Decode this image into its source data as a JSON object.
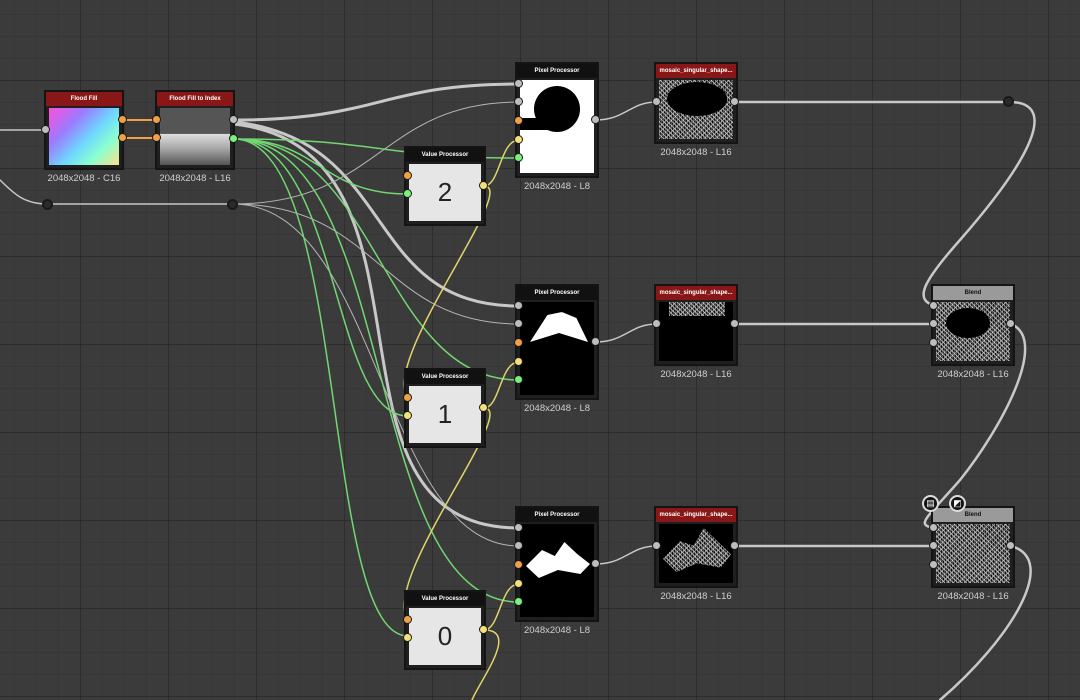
{
  "colors": {
    "background": "#3b3b3b",
    "header_red": "#8a1717",
    "header_black": "#111111",
    "header_gray": "#9a9a9a",
    "wire_gray": "#c8c8c8",
    "wire_green": "#72d672",
    "wire_yellow": "#e2d46a",
    "wire_orange": "#f0a048"
  },
  "nodes": {
    "flood_fill": {
      "title": "Flood Fill",
      "resolution": "2048x2048 - C16"
    },
    "flood_fill_to_index": {
      "title": "Flood Fill to Index",
      "resolution": "2048x2048 - L16"
    },
    "value_processor_2": {
      "title": "Value Processor",
      "value": "2"
    },
    "value_processor_1": {
      "title": "Value Processor",
      "value": "1"
    },
    "value_processor_0": {
      "title": "Value Processor",
      "value": "0"
    },
    "pixel_processor_1": {
      "title": "Pixel Processor",
      "resolution": "2048x2048 - L8"
    },
    "pixel_processor_2": {
      "title": "Pixel Processor",
      "resolution": "2048x2048 - L8"
    },
    "pixel_processor_3": {
      "title": "Pixel Processor",
      "resolution": "2048x2048 - L8"
    },
    "mosaic_1": {
      "title": "mosaic_singular_shape...",
      "resolution": "2048x2048 - L16"
    },
    "mosaic_2": {
      "title": "mosaic_singular_shape...",
      "resolution": "2048x2048 - L16"
    },
    "mosaic_3": {
      "title": "mosaic_singular_shape...",
      "resolution": "2048x2048 - L16"
    },
    "blend_1": {
      "title": "Blend",
      "resolution": "2048x2048 - L16"
    },
    "blend_2": {
      "title": "Blend",
      "resolution": "2048x2048 - L16"
    }
  },
  "icons": {
    "badge_left": "document-icon",
    "badge_right": "checker-icon"
  }
}
